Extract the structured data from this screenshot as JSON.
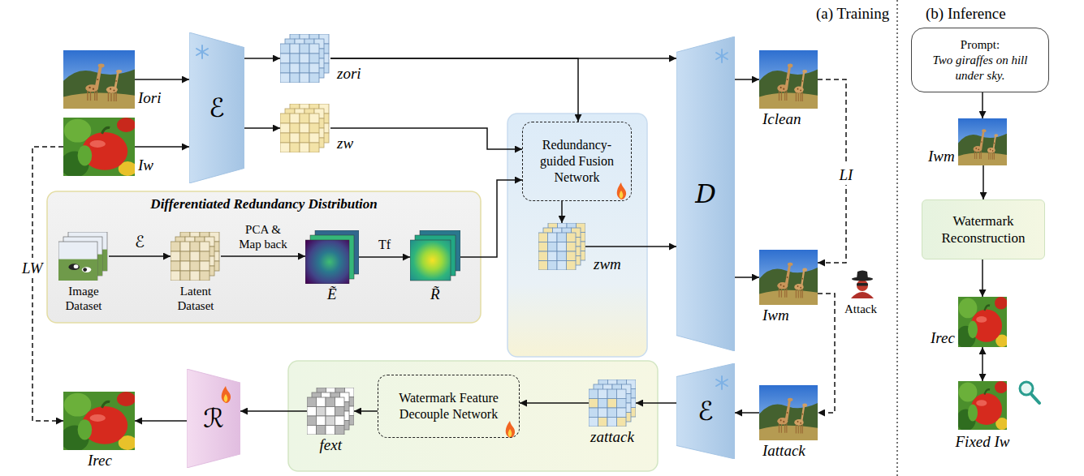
{
  "diagram": {
    "nodes": [
      {
        "text": [
          "Iori"
        ]
      },
      {
        "text": [
          "Iw"
        ]
      },
      {
        "text": [
          "ℰ"
        ]
      },
      {
        "text": [
          "zori"
        ]
      },
      {
        "text": [
          "zw"
        ]
      },
      {
        "text": [
          "Differentiated Redundancy Distribution"
        ]
      },
      {
        "text": [
          "Image Dataset"
        ],
        "in": 5
      },
      {
        "text": [
          "Latent Dataset"
        ],
        "in": 5
      },
      {
        "text": [
          "Ẽ"
        ],
        "in": 5
      },
      {
        "text": [
          "R̃"
        ],
        "in": 5
      },
      {
        "text": [
          "Redundancy-guided Fusion Network"
        ]
      },
      {
        "text": [
          "zwm"
        ]
      },
      {
        "text": [
          "D"
        ]
      },
      {
        "text": [
          "Iclean"
        ]
      },
      {
        "text": [
          "Iwm"
        ]
      },
      {
        "text": [
          "Iattack"
        ]
      },
      {
        "text": [
          "ℰ"
        ]
      },
      {
        "text": [
          "zattack"
        ]
      },
      {
        "text": [
          "Watermark Feature Decouple Network"
        ]
      },
      {
        "text": [
          "fext"
        ]
      },
      {
        "text": [
          "ℛ"
        ]
      },
      {
        "text": [
          "Irec"
        ]
      },
      {
        "text": [
          "Prompt:",
          "Two giraffes on hill under sky."
        ]
      },
      {
        "text": [
          "Iwm"
        ]
      },
      {
        "text": [
          "Watermark Reconstruction"
        ]
      },
      {
        "text": [
          "Irec"
        ]
      },
      {
        "text": [
          "Fixed Iw"
        ]
      }
    ],
    "edges": [
      {
        "from": 0,
        "to": 2,
        "arrow": "to"
      },
      {
        "from": 1,
        "to": 2,
        "arrow": "to"
      },
      {
        "from": 2,
        "to": 3,
        "arrow": "to"
      },
      {
        "from": 2,
        "to": 4,
        "arrow": "to"
      },
      {
        "from": 3,
        "to": 12,
        "arrow": "to"
      },
      {
        "from": 3,
        "to": 10,
        "arrow": "to"
      },
      {
        "from": 4,
        "to": 10,
        "arrow": "to"
      },
      {
        "from": 9,
        "to": 10,
        "arrow": "to"
      },
      {
        "from": 10,
        "to": 11,
        "arrow": "to"
      },
      {
        "from": 11,
        "to": 12,
        "arrow": "to"
      },
      {
        "from": 12,
        "to": 13,
        "arrow": "to"
      },
      {
        "from": 12,
        "to": 14,
        "arrow": "to"
      },
      {
        "from": 13,
        "to": 14,
        "label": "LI",
        "arrow": "to"
      },
      {
        "from": 14,
        "to": 15,
        "label": "Attack",
        "arrow": "to"
      },
      {
        "from": 15,
        "to": 16,
        "arrow": "to"
      },
      {
        "from": 16,
        "to": 17,
        "arrow": "to"
      },
      {
        "from": 17,
        "to": 18,
        "arrow": "to"
      },
      {
        "from": 18,
        "to": 19,
        "arrow": "to"
      },
      {
        "from": 19,
        "to": 20,
        "arrow": "to"
      },
      {
        "from": 20,
        "to": 21,
        "arrow": "to"
      },
      {
        "from": 1,
        "to": 21,
        "label": "LW",
        "arrow": "to"
      },
      {
        "from": 6,
        "to": 7,
        "label": "ℰ",
        "arrow": "to"
      },
      {
        "from": 7,
        "to": 8,
        "label": "PCA & Map back",
        "arrow": "to"
      },
      {
        "from": 8,
        "to": 9,
        "label": "Tf",
        "arrow": "to"
      },
      {
        "from": 22,
        "to": 23,
        "arrow": "to"
      },
      {
        "from": 23,
        "to": 24,
        "arrow": "to"
      },
      {
        "from": 24,
        "to": 25,
        "arrow": "to"
      },
      {
        "from": 25,
        "to": 26,
        "arrow": "both"
      }
    ],
    "labels": [
      "(a) Training",
      "(b) Inference"
    ]
  }
}
